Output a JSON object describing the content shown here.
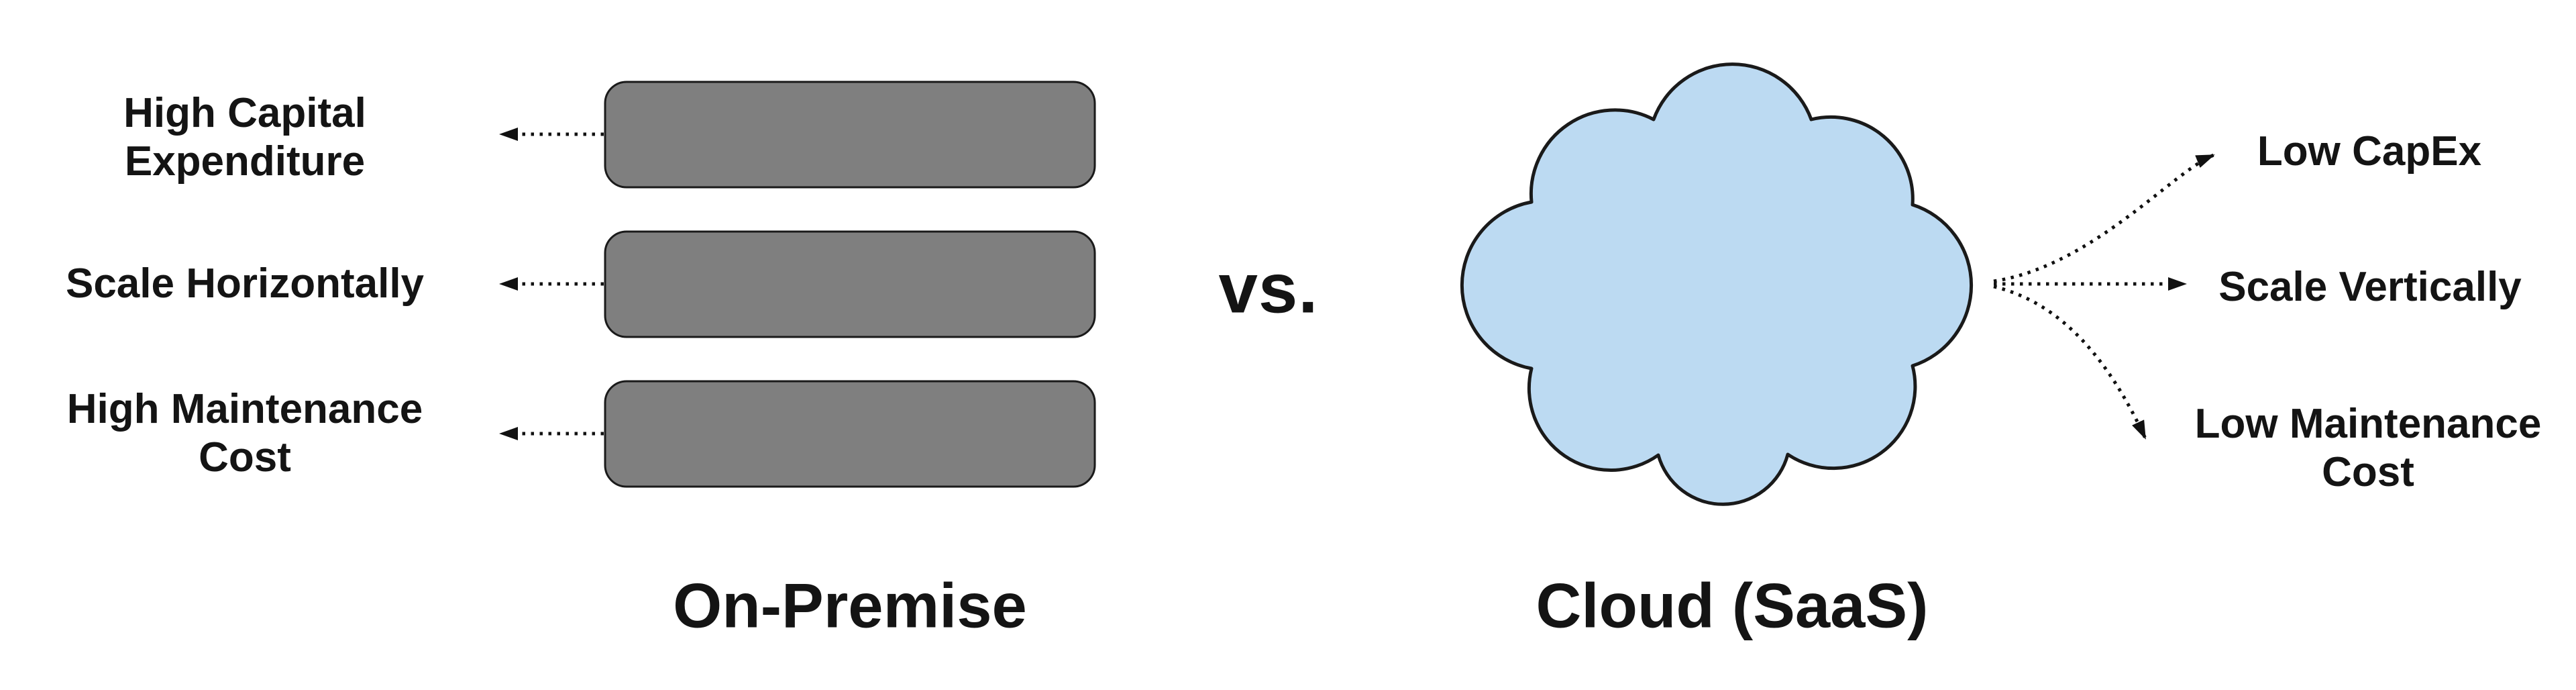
{
  "diagram": {
    "versus_label": "vs.",
    "left": {
      "title": "On-Premise",
      "shape": "server-boxes",
      "box_fill_color": "#7F7F7F",
      "box_stroke_color": "#1a1a1a",
      "items": [
        {
          "label": "High Capital Expenditure"
        },
        {
          "label": "Scale Horizontally"
        },
        {
          "label": "High Maintenance Cost"
        }
      ]
    },
    "right": {
      "title": "Cloud (SaaS)",
      "shape": "cloud",
      "cloud_fill_color": "#BCDAF2",
      "cloud_stroke_color": "#1a1a1a",
      "items": [
        {
          "label": "Low CapEx"
        },
        {
          "label": "Scale Vertically"
        },
        {
          "label": "Low Maintenance Cost"
        }
      ]
    }
  }
}
